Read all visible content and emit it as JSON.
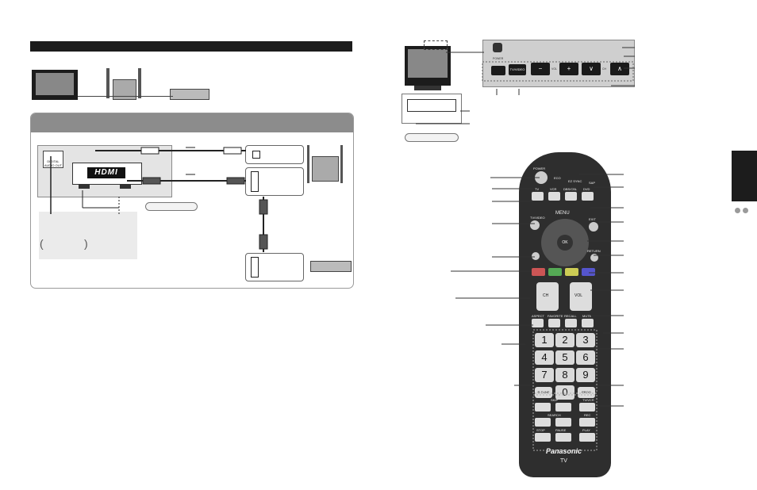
{
  "hdmi_panel": {
    "logo_text": "HDMI",
    "digital_audio_out": "DIGITAL AUDIO OUT"
  },
  "tv_panel": {
    "power_label": "POWER",
    "tv_video_label": "TV/VIDEO",
    "vol_label": "VOL",
    "ch_label": "CH",
    "minus": "−",
    "plus": "+",
    "down": "∨",
    "up": "∧"
  },
  "remote": {
    "power": "POWER",
    "eco": "ECO",
    "ez_sync": "EZ SYNC",
    "sap": "SAP",
    "source_buttons": [
      "TV",
      "VCR",
      "DBS/CBL",
      "DVD"
    ],
    "tv_video": "TV/VIDEO",
    "exit": "EXIT",
    "menu": "MENU",
    "ok": "OK",
    "return": "RETURN",
    "ch": "CH",
    "vol": "VOL",
    "row_buttons": [
      "ASPECT",
      "FAVORITE",
      "RECALL",
      "MUTE"
    ],
    "digits": [
      "1",
      "2",
      "3",
      "4",
      "5",
      "6",
      "7",
      "8",
      "9",
      "0"
    ],
    "r_tune": "R-TUNE",
    "prog": "PROG",
    "tv_vcr": "TV/VCR",
    "skip": "SKIP",
    "search": "SEARCH",
    "rec": "REC",
    "stop": "STOP",
    "pause": "PAUSE",
    "play": "PLAY",
    "brand": "Panasonic",
    "model": "TV"
  }
}
